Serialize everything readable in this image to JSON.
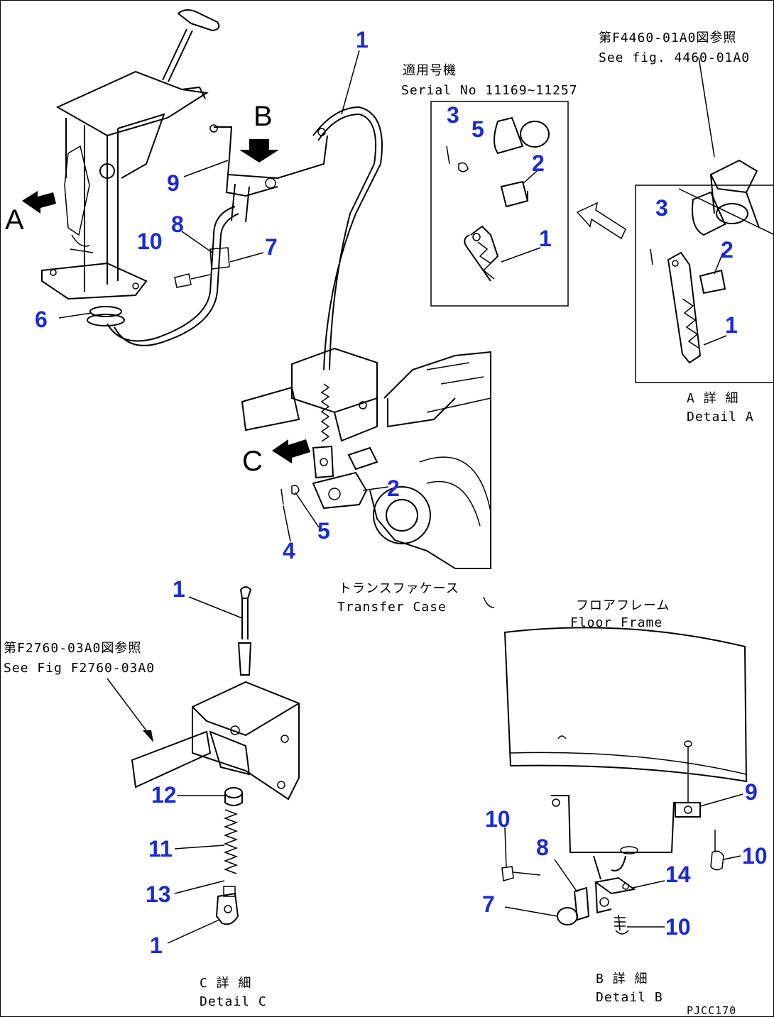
{
  "diagram": {
    "refs": {
      "fig_f4460": "第F4460-01A0図参照",
      "fig_f4460_en": "See fig. 4460-01A0",
      "fig_f2760": "第F2760-03A0図参照",
      "fig_f2760_en": "See Fig F2760-03A0"
    },
    "serial": {
      "jp": "適用号機",
      "en": "Serial No 11169~11257"
    },
    "labels": {
      "transfer_case_jp": "トランスファケース",
      "transfer_case_en": "Transfer Case",
      "floor_frame_jp": "フロアフレーム",
      "floor_frame_en": "Floor Frame",
      "detail_a_jp": "A 詳 細",
      "detail_a_en": "Detail A",
      "detail_b_jp": "B 詳 細",
      "detail_b_en": "Detail B",
      "detail_c_jp": "C 詳 細",
      "detail_c_en": "Detail C",
      "drawing_code": "PJCC170"
    },
    "view_letters": {
      "a": "A",
      "b": "B",
      "c": "C"
    },
    "part_numbers": {
      "p1": "1",
      "p2": "2",
      "p3": "3",
      "p4": "4",
      "p5": "5",
      "p6": "6",
      "p7": "7",
      "p8": "8",
      "p9": "9",
      "p10": "10",
      "p11": "11",
      "p12": "12",
      "p13": "13",
      "p14": "14"
    }
  }
}
